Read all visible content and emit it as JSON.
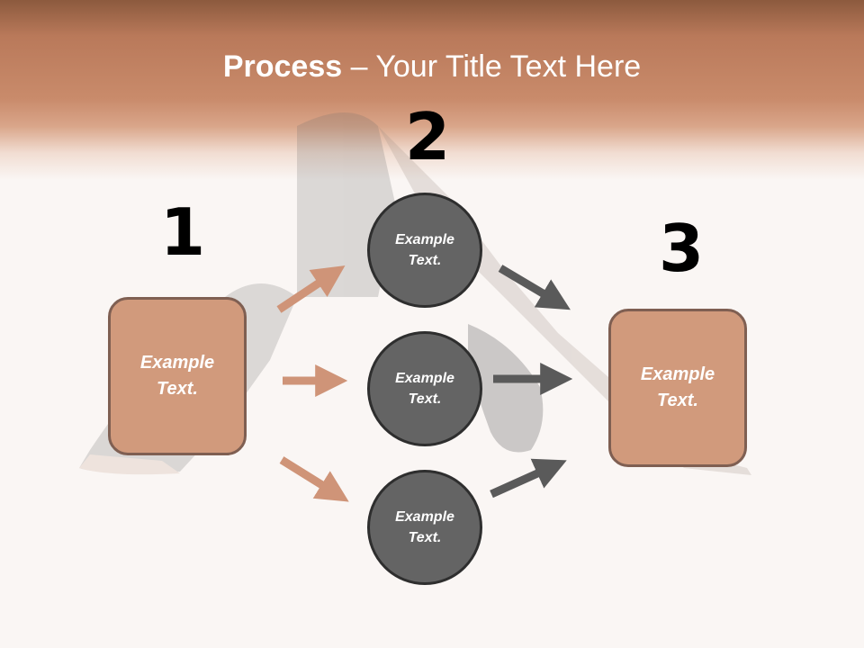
{
  "slide": {
    "title_bold": "Process",
    "title_rest": " – Your Title Text Here"
  },
  "steps": [
    {
      "number": "1",
      "text": "Example Text."
    },
    {
      "number": "2",
      "circles": [
        "Example Text.",
        "Example Text.",
        "Example Text."
      ]
    },
    {
      "number": "3",
      "text": "Example Text."
    }
  ],
  "colors": {
    "header": "#c98b6b",
    "box_fill": "#d19a7c",
    "box_border": "#7f5f52",
    "circle_fill": "#646464",
    "circle_border": "#2e2e2e",
    "arrow_left": "#cf9478",
    "arrow_right": "#5a5a5a"
  }
}
